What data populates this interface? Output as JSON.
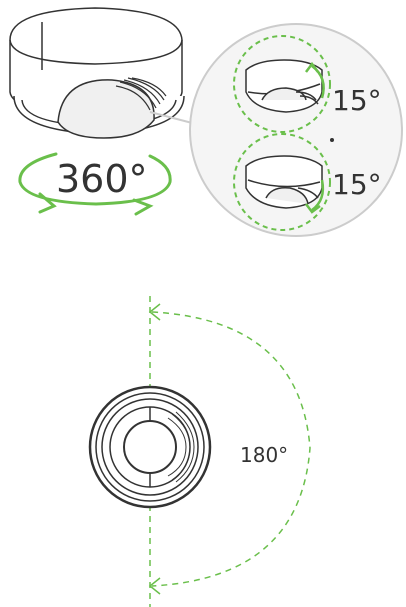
{
  "labels": {
    "rotation_pan": "360°",
    "tilt_up": "15°",
    "tilt_down": "15°",
    "rotation_lens": "180°"
  },
  "colors": {
    "line": "#333333",
    "accent": "#6abf4b",
    "callout_fill": "#f5f5f5",
    "callout_stroke": "#cccccc"
  },
  "icons": {
    "rotate_arrow": "rotation-arrow-icon",
    "tilt_arrow": "tilt-arrow-icon"
  }
}
